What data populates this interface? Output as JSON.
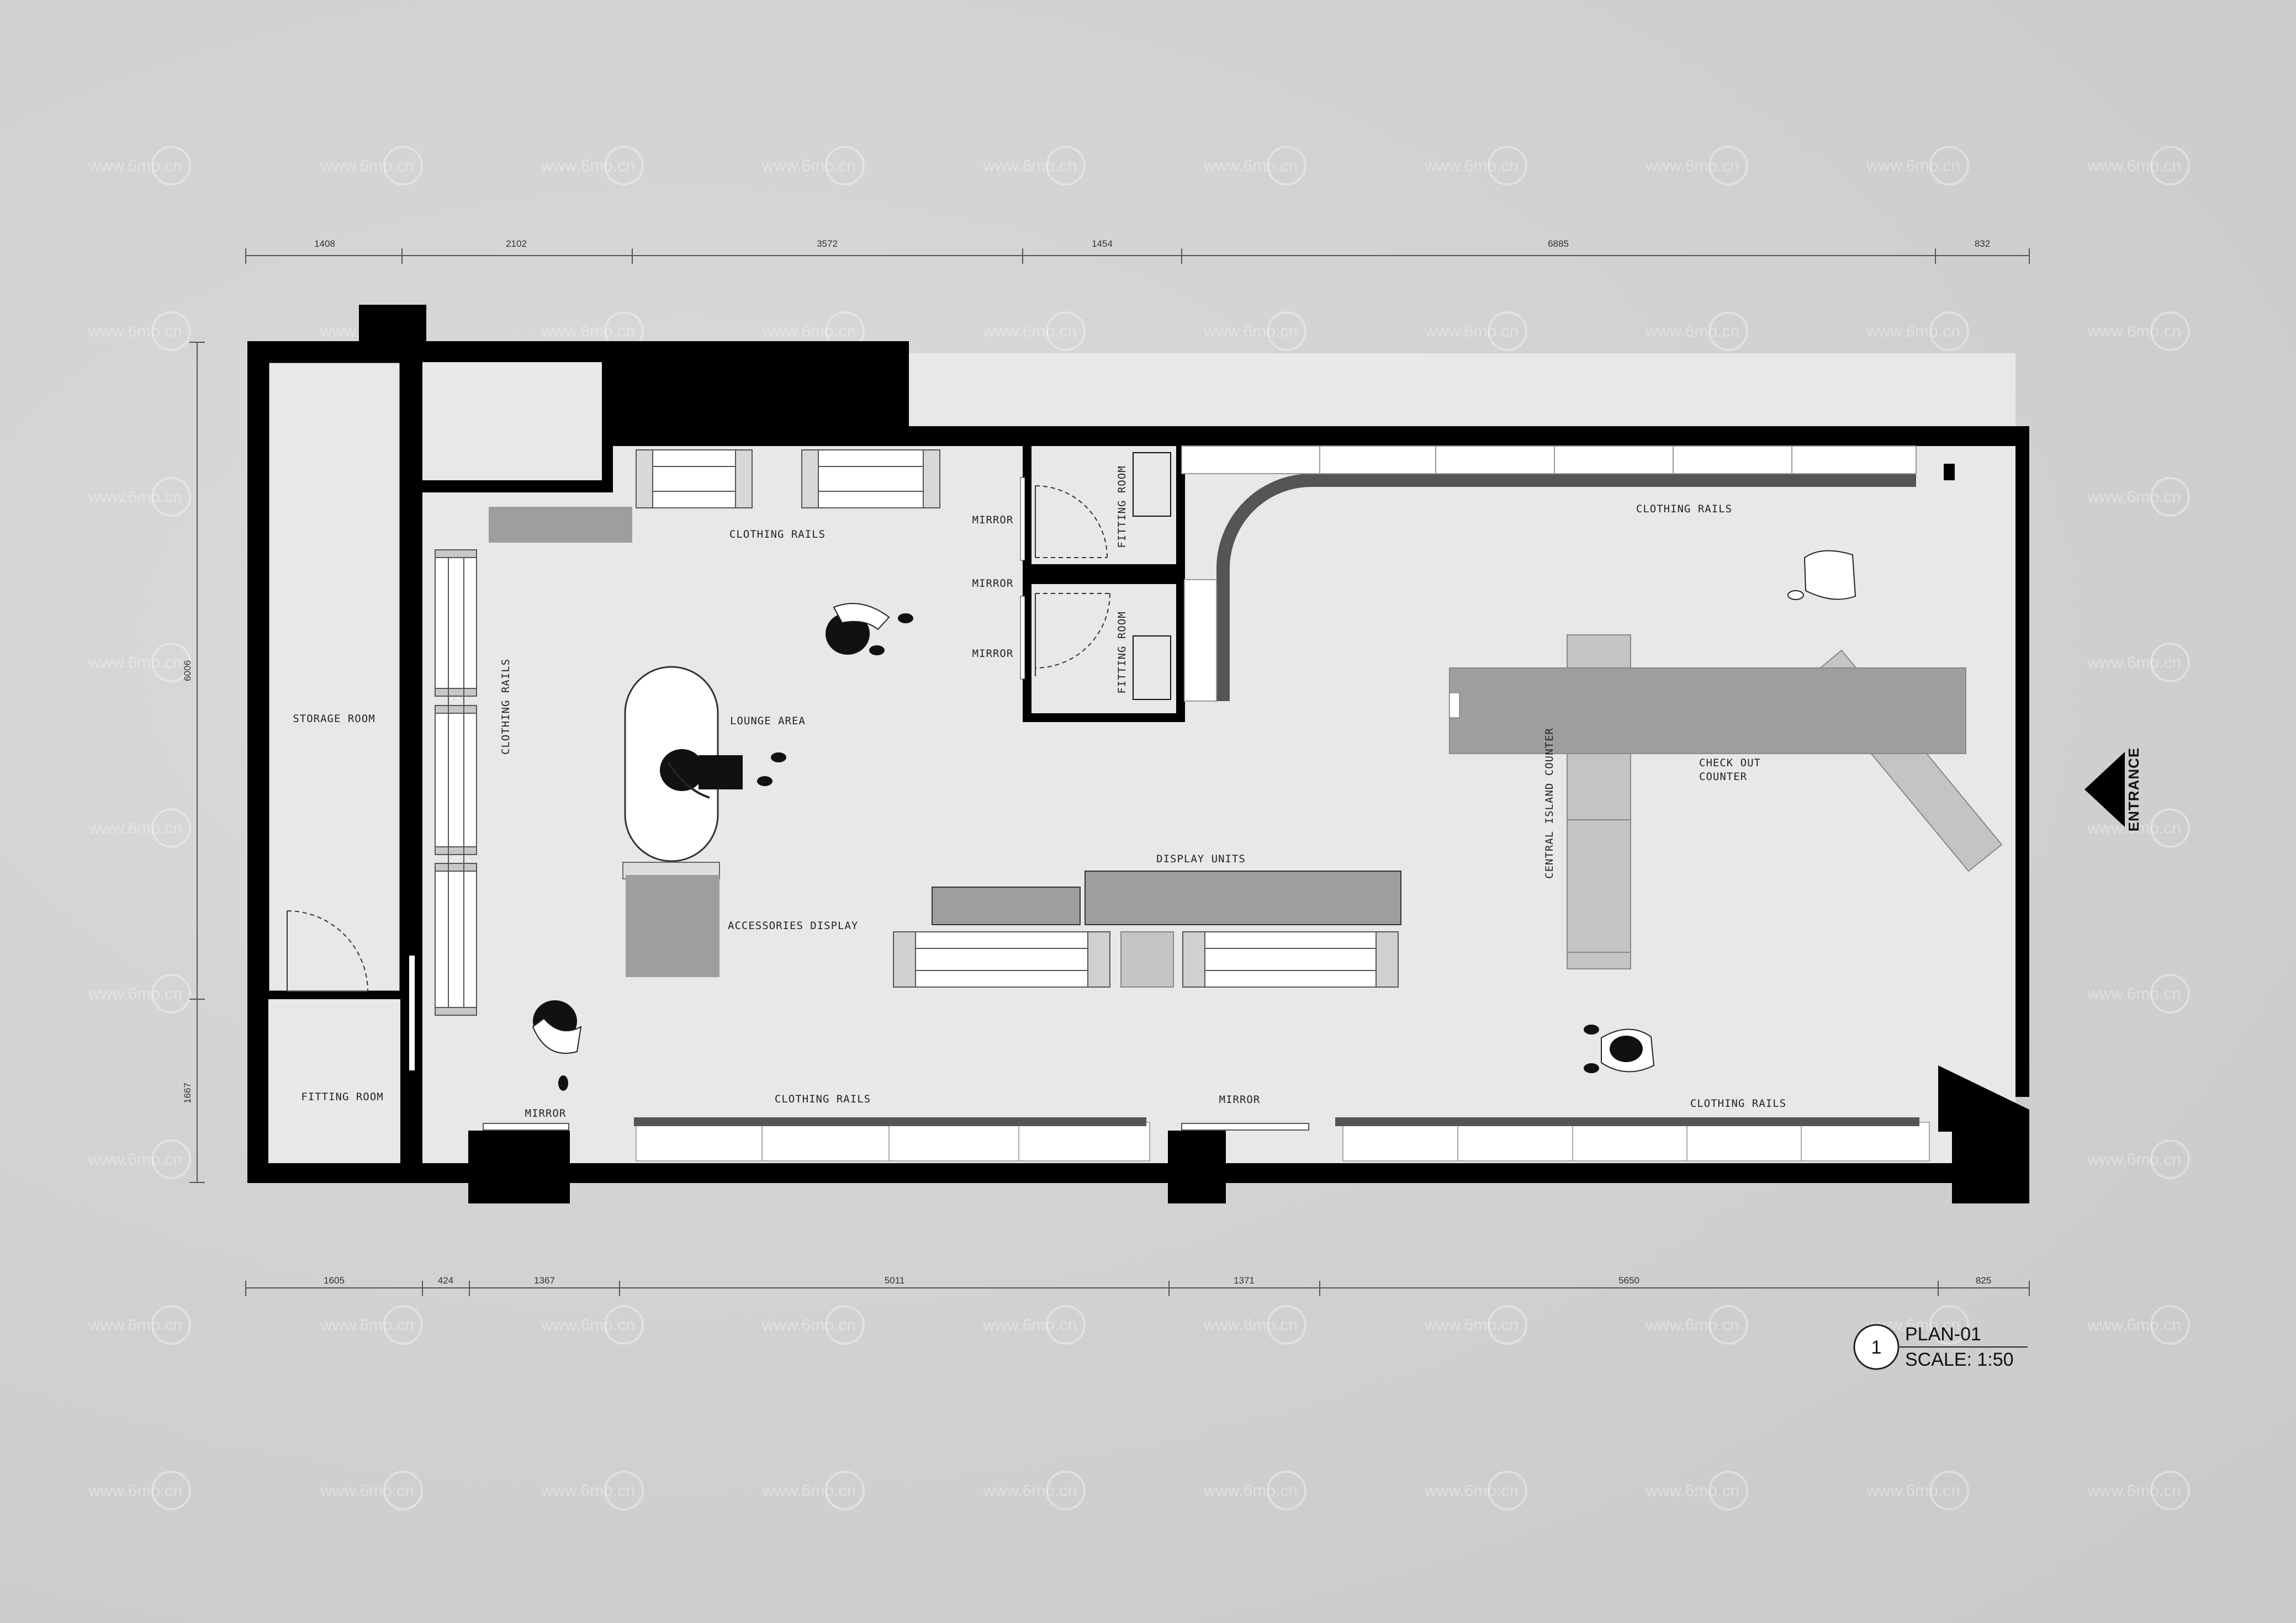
{
  "dimensions_top": [
    "1408",
    "2102",
    "3572",
    "1454",
    "6885",
    "832"
  ],
  "dimensions_bottom": [
    "1605",
    "424",
    "1367",
    "5011",
    "1371",
    "5650",
    "825"
  ],
  "dimensions_left": [
    "6006",
    "1667"
  ],
  "labels": {
    "storage_room": "STORAGE ROOM",
    "fitting_room_left": "FITTING ROOM",
    "fitting_room_1": "FITTING ROOM",
    "fitting_room_2": "FITTING ROOM",
    "clothing_rails_top_left": "CLOTHING RAILS",
    "clothing_rails_left_vertical": "CLOTHING RAILS",
    "clothing_rails_top_right": "CLOTHING RAILS",
    "clothing_rails_bottom_left": "CLOTHING RAILS",
    "clothing_rails_bottom_right": "CLOTHING RAILS",
    "mirror_1": "MIRROR",
    "mirror_2": "MIRROR",
    "mirror_3": "MIRROR",
    "mirror_bottom_left": "MIRROR",
    "mirror_bottom_center": "MIRROR",
    "lounge_area": "LOUNGE AREA",
    "accessories_display": "ACCESSORIES DISPLAY",
    "display_units": "DISPLAY UNITS",
    "central_island_counter": "CENTRAL ISLAND COUNTER",
    "check_out_counter_line1": "CHECK OUT",
    "check_out_counter_line2": "COUNTER",
    "entrance": "ENTRANCE"
  },
  "title_block": {
    "number": "1",
    "plan": "PLAN-01",
    "scale": "SCALE: 1:50"
  },
  "watermark": {
    "text": "www.6mo.cn"
  },
  "colors": {
    "wall": "#000000",
    "floor": "#e8e8e8",
    "fixture_dark": "#9e9e9e",
    "fixture_light": "#c4c4c4",
    "background": "#d3d3d3"
  }
}
